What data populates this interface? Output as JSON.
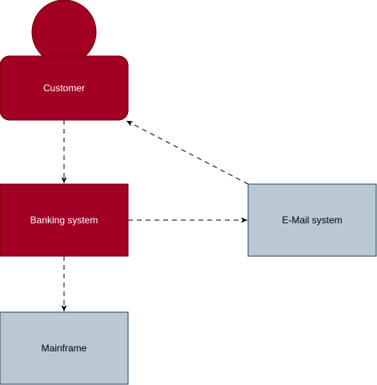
{
  "diagram": {
    "colors": {
      "background": "#ffffff",
      "person_fill": "#a20025",
      "person_stroke": "#6f0000",
      "system_fill": "#a20025",
      "system_stroke": "#6f0000",
      "external_fill": "#bac8d3",
      "external_stroke": "#23445d",
      "light_text": "#ffffff",
      "dark_text": "#000000",
      "edge": "#000000"
    },
    "nodes": {
      "customer": {
        "label": "Customer",
        "shape": "person"
      },
      "banking_system": {
        "label": "Banking system",
        "shape": "rectangle"
      },
      "email_system": {
        "label": "E-Mail system",
        "shape": "rectangle"
      },
      "mainframe": {
        "label": "Mainframe",
        "shape": "rectangle"
      }
    },
    "edges": [
      {
        "from": "customer",
        "to": "banking_system",
        "style": "dashed"
      },
      {
        "from": "banking_system",
        "to": "mainframe",
        "style": "dashed"
      },
      {
        "from": "banking_system",
        "to": "email_system",
        "style": "dashed"
      },
      {
        "from": "email_system",
        "to": "customer",
        "style": "dashed"
      }
    ]
  }
}
